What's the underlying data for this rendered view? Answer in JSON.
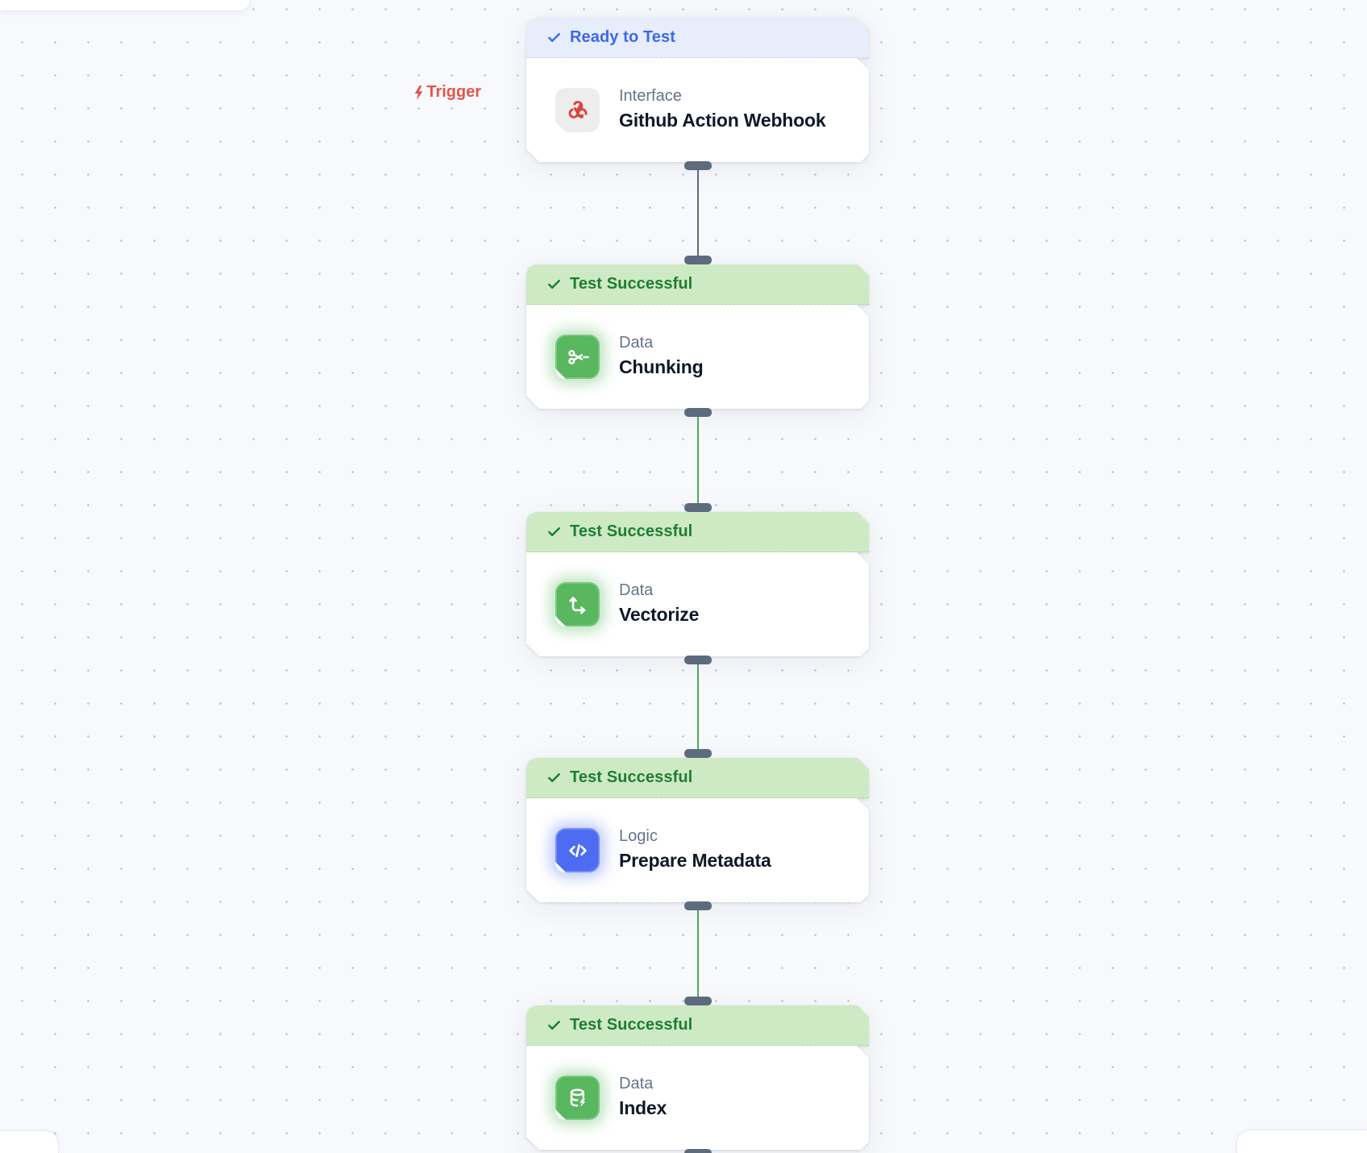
{
  "canvas": {
    "trigger_label": "Trigger"
  },
  "nodes": [
    {
      "status": "Ready to Test",
      "state": "ready",
      "category": "Interface",
      "title": "Github Action Webhook",
      "icon": "webhook-icon"
    },
    {
      "status": "Test Successful",
      "state": "success",
      "category": "Data",
      "title": "Chunking",
      "icon": "scissors-icon"
    },
    {
      "status": "Test Successful",
      "state": "success",
      "category": "Data",
      "title": "Vectorize",
      "icon": "axis-arrows-icon"
    },
    {
      "status": "Test Successful",
      "state": "success",
      "category": "Logic",
      "title": "Prepare Metadata",
      "icon": "code-icon"
    },
    {
      "status": "Test Successful",
      "state": "success",
      "category": "Data",
      "title": "Index",
      "icon": "database-icon"
    }
  ],
  "colors": {
    "ready_header_bg": "#e8edfb",
    "ready_header_text": "#3b68ee",
    "success_header_bg": "#cdeac5",
    "success_header_text": "#1e7d33",
    "trigger_red": "#e2544a",
    "webhook_red": "#d8453e",
    "data_green": "#58b75f",
    "logic_blue": "#4d6cf2",
    "connector_gray": "#5b6b7e",
    "connector_green": "#4caf50"
  }
}
